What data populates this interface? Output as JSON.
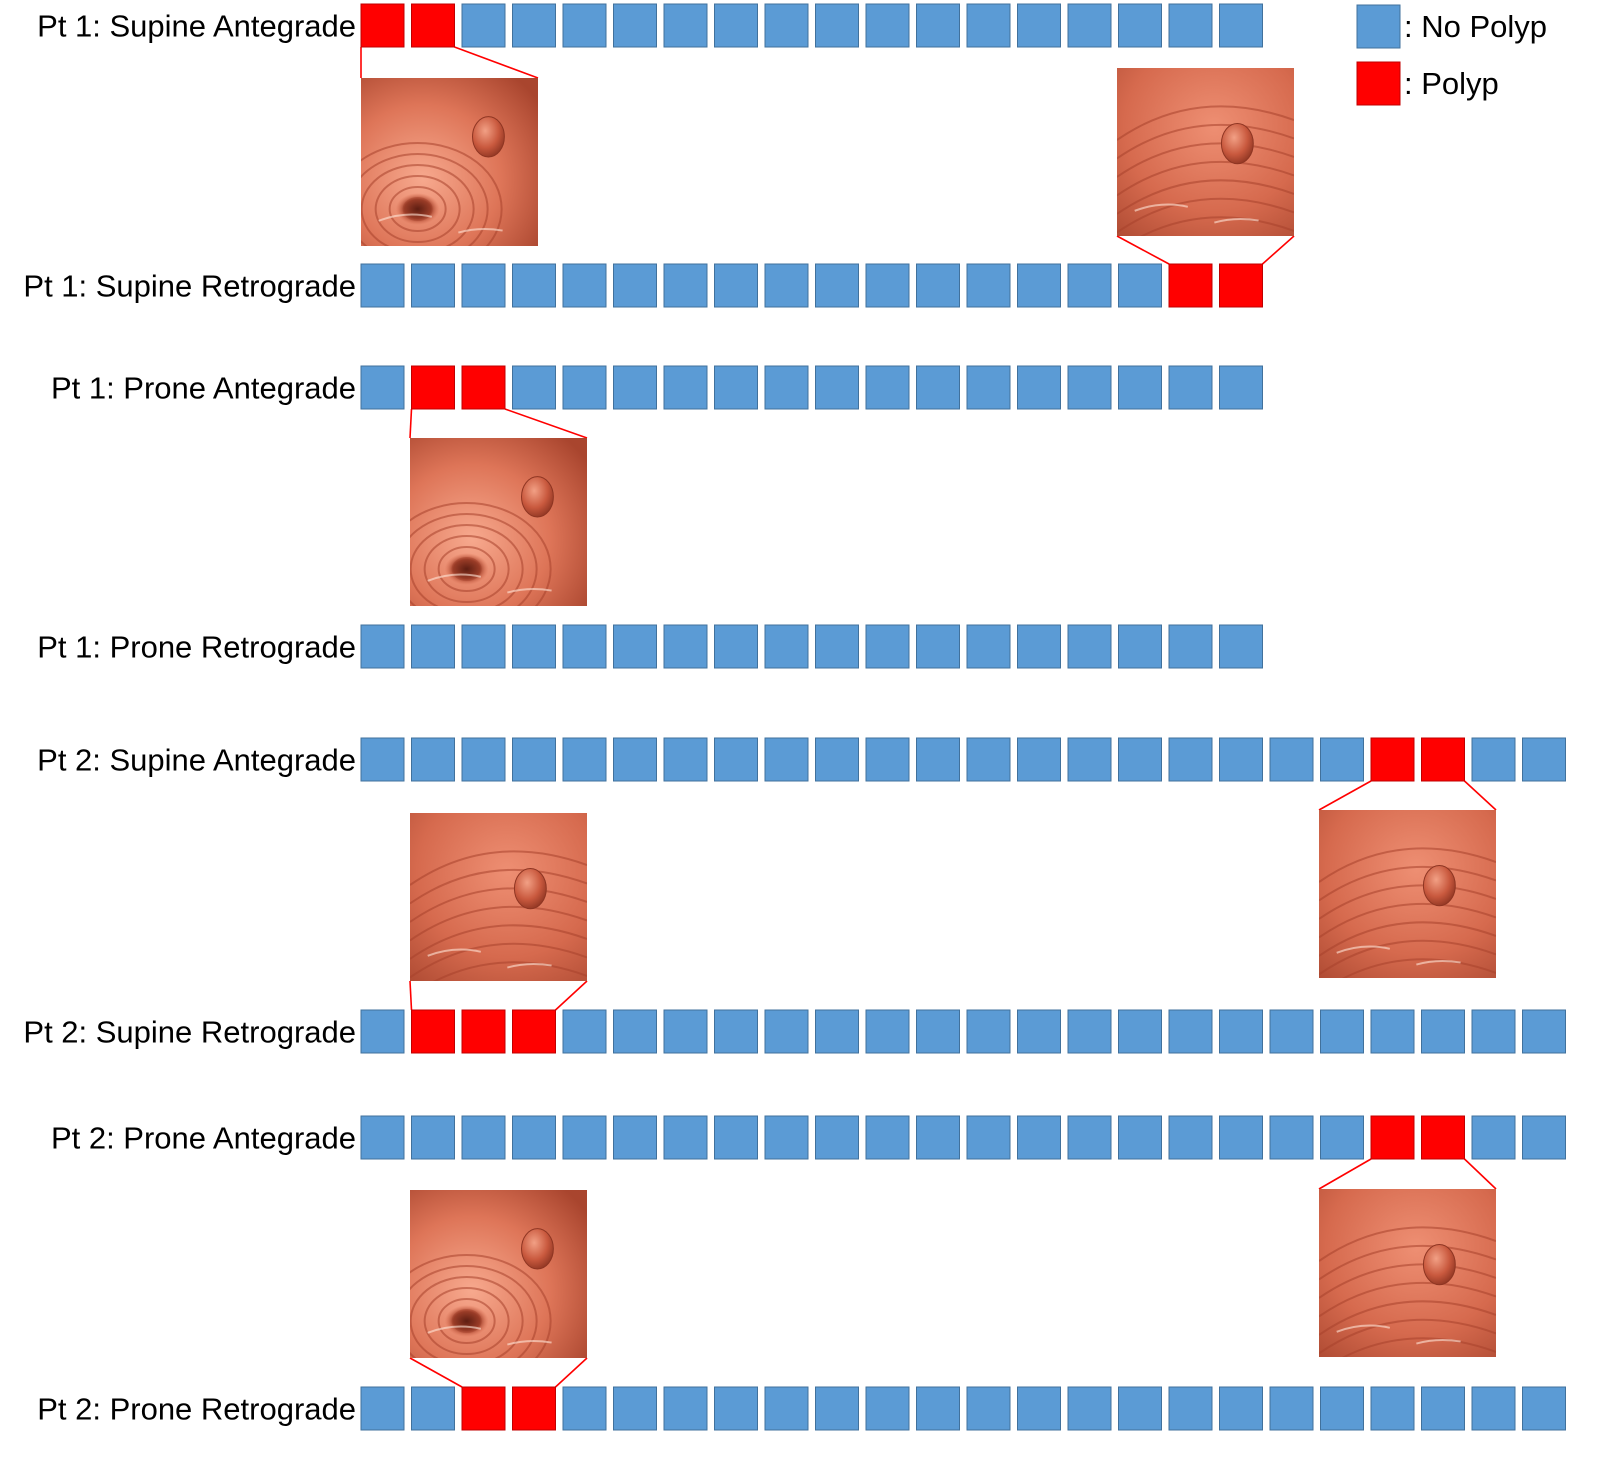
{
  "colors": {
    "no_polyp": "#5B9BD5",
    "no_polyp_stroke": "#41719C",
    "polyp": "#FF0000",
    "polyp_stroke": "#C00000",
    "tissue_light": "#F0957A",
    "tissue_mid": "#D9694C",
    "tissue_dark": "#A8412B"
  },
  "legend": {
    "items": [
      {
        "label": ": No Polyp",
        "state": "no_polyp"
      },
      {
        "label": ": Polyp",
        "state": "polyp"
      }
    ]
  },
  "sequences": [
    {
      "label": "Pt 1: Supine Antegrade",
      "num_frames": 18,
      "polyp_frames": [
        1,
        2
      ]
    },
    {
      "label": "Pt 1: Supine Retrograde",
      "num_frames": 18,
      "polyp_frames": [
        17,
        18
      ]
    },
    {
      "label": "Pt 1: Prone Antegrade",
      "num_frames": 18,
      "polyp_frames": [
        2,
        3
      ]
    },
    {
      "label": "Pt 1: Prone Retrograde",
      "num_frames": 18,
      "polyp_frames": []
    },
    {
      "label": "Pt 2: Supine Antegrade",
      "num_frames": 24,
      "polyp_frames": [
        21,
        22
      ]
    },
    {
      "label": "Pt 2: Supine Retrograde",
      "num_frames": 24,
      "polyp_frames": [
        2,
        3,
        4
      ]
    },
    {
      "label": "Pt 2: Prone Antegrade",
      "num_frames": 24,
      "polyp_frames": [
        21,
        22
      ]
    },
    {
      "label": "Pt 2: Prone Retrograde",
      "num_frames": 24,
      "polyp_frames": [
        3,
        4
      ]
    }
  ],
  "callouts": [
    {
      "sequence": 1,
      "from_frame": 1,
      "to_frame": 2,
      "view": "lumen folds"
    },
    {
      "sequence": 2,
      "from_frame": 17,
      "to_frame": 18,
      "view": "polyp on fold"
    },
    {
      "sequence": 3,
      "from_frame": 2,
      "to_frame": 3,
      "view": "lumen with polyp"
    },
    {
      "sequence": 5,
      "from_frame": 21,
      "to_frame": 22,
      "view": "sessile polyp"
    },
    {
      "sequence": 6,
      "from_frame": 2,
      "to_frame": 4,
      "view": "sessile polyp"
    },
    {
      "sequence": 7,
      "from_frame": 21,
      "to_frame": 22,
      "view": "sessile polyp"
    },
    {
      "sequence": 8,
      "from_frame": 3,
      "to_frame": 4,
      "view": "lumen with polyp"
    }
  ]
}
